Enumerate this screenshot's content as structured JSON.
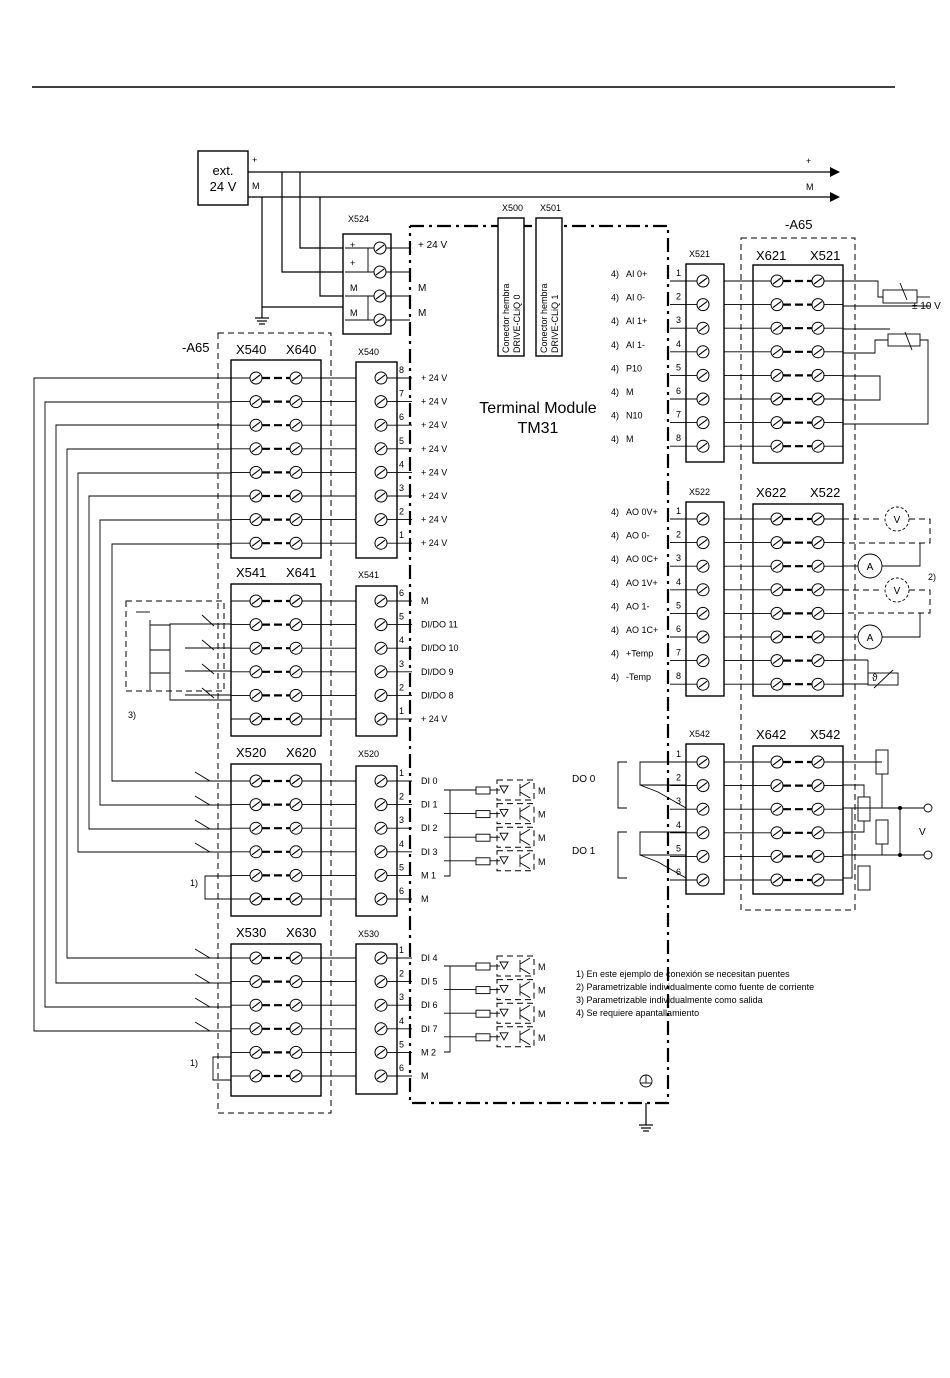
{
  "supply": {
    "label_line1": "ext.",
    "label_line2": "24 V",
    "plus": "+",
    "m": "M"
  },
  "rails": {
    "plus": "+",
    "m": "M"
  },
  "x524": {
    "title": "X524",
    "pins": [
      "+",
      "+",
      "M",
      "M"
    ],
    "labels": [
      "+ 24 V",
      "",
      "M",
      "M"
    ]
  },
  "drivecliq": [
    {
      "title": "X500",
      "text_line1": "Conector hembra",
      "text_line2": "DRIVE-CLiQ 0"
    },
    {
      "title": "X501",
      "text_line1": "Conector hembra",
      "text_line2": "DRIVE-CLiQ 1"
    }
  ],
  "module": {
    "title_line1": "Terminal Module",
    "title_line2": "TM31"
  },
  "a65_left": {
    "label": "-A65"
  },
  "a65_right": {
    "label": "-A65"
  },
  "left_headers": [
    {
      "a": "X540",
      "b": "X640"
    },
    {
      "a": "X541",
      "b": "X641"
    },
    {
      "a": "X520",
      "b": "X620"
    },
    {
      "a": "X530",
      "b": "X630"
    }
  ],
  "x540": {
    "title": "X540",
    "pins": [
      "8",
      "7",
      "6",
      "5",
      "4",
      "3",
      "2",
      "1"
    ],
    "labels": [
      "+ 24 V",
      "+ 24 V",
      "+ 24 V",
      "+ 24 V",
      "+ 24 V",
      "+ 24 V",
      "+ 24 V",
      "+ 24 V"
    ]
  },
  "x541": {
    "title": "X541",
    "pins": [
      "6",
      "5",
      "4",
      "3",
      "2",
      "1"
    ],
    "labels": [
      "M",
      "DI/DO 11",
      "DI/DO 10",
      "DI/DO 9",
      "DI/DO 8",
      "+ 24 V"
    ],
    "note": "3)"
  },
  "x520": {
    "title": "X520",
    "pins": [
      "1",
      "2",
      "3",
      "4",
      "5",
      "6"
    ],
    "labels": [
      "DI 0",
      "DI 1",
      "DI 2",
      "DI 3",
      "M 1",
      "M"
    ],
    "note": "1)"
  },
  "x530": {
    "title": "X530",
    "pins": [
      "1",
      "2",
      "3",
      "4",
      "5",
      "6"
    ],
    "labels": [
      "DI 4",
      "DI 5",
      "DI 6",
      "DI 7",
      "M 2",
      "M"
    ],
    "note": "1)"
  },
  "opto_m": "M",
  "x521": {
    "title": "X521",
    "pins": [
      "1",
      "2",
      "3",
      "4",
      "5",
      "6",
      "7",
      "8"
    ],
    "notes": [
      "4)",
      "4)",
      "4)",
      "4)",
      "4)",
      "4)",
      "4)",
      "4)"
    ],
    "labels": [
      "AI 0+",
      "AI 0-",
      "AI 1+",
      "AI 1-",
      "P10",
      "M",
      "N10",
      "M"
    ]
  },
  "x522": {
    "title": "X522",
    "pins": [
      "1",
      "2",
      "3",
      "4",
      "5",
      "6",
      "7",
      "8"
    ],
    "notes": [
      "4)",
      "4)",
      "4)",
      "4)",
      "4)",
      "4)",
      "4)",
      "4)"
    ],
    "labels": [
      "AO 0V+",
      "AO 0-",
      "AO 0C+",
      "AO 1V+",
      "AO 1-",
      "AO 1C+",
      "+Temp",
      "-Temp"
    ]
  },
  "x542": {
    "title": "X542",
    "pins": [
      "1",
      "2",
      "3",
      "4",
      "5",
      "6"
    ],
    "do0": "DO 0",
    "do1": "DO 1"
  },
  "right_headers": [
    {
      "a": "X621",
      "b": "X521"
    },
    {
      "a": "X622",
      "b": "X522"
    },
    {
      "a": "X642",
      "b": "X542"
    }
  ],
  "right_side": {
    "pot_label": "± 10 V",
    "note2": "2)",
    "meters": [
      "V",
      "A",
      "V",
      "A"
    ],
    "theta": "ϑ",
    "v_label": "V"
  },
  "footnotes": [
    "1) En este ejemplo de conexión se necesitan puentes",
    "2) Parametrizable individualmente como fuente de corriente",
    "3) Parametrizable individualmente como salida",
    "4) Se requiere apantallamiento"
  ]
}
